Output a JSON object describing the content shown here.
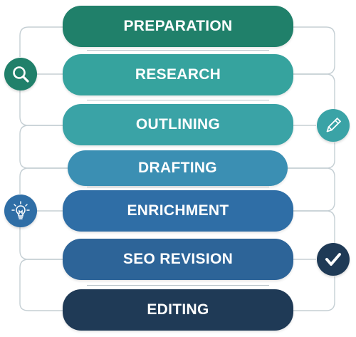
{
  "steps": [
    {
      "label": "PREPARATION",
      "color": "#20806a"
    },
    {
      "label": "RESEARCH",
      "color": "#36a39e"
    },
    {
      "label": "OUTLINING",
      "color": "#3aa3a6"
    },
    {
      "label": "DRAFTING",
      "color": "#3b8fb3"
    },
    {
      "label": "ENRICHMENT",
      "color": "#2f6ea6"
    },
    {
      "label": "SEO REVISION",
      "color": "#2d6498"
    },
    {
      "label": "EDITING",
      "color": "#1f3a56"
    }
  ],
  "icons": [
    {
      "name": "magnifier-icon",
      "color": "#20806a"
    },
    {
      "name": "pencil-icon",
      "color": "#3aa3a6"
    },
    {
      "name": "lightbulb-icon",
      "color": "#2f6ea6"
    },
    {
      "name": "checkmark-icon",
      "color": "#1f3a56"
    }
  ]
}
